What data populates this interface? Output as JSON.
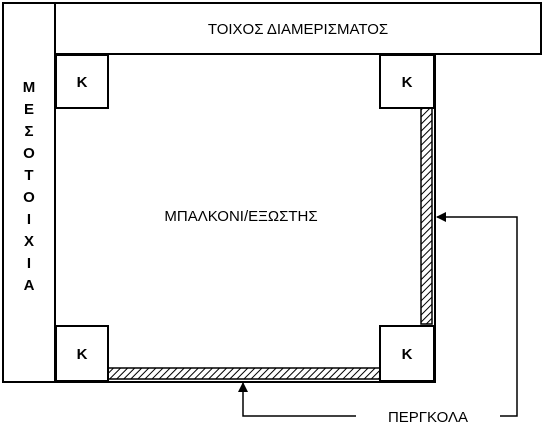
{
  "diagram": {
    "top_wall_label": "ΤΟΙΧΟΣ ΔΙΑΜΕΡΙΣΜΑΤΟΣ",
    "side_wall_label": "ΜΕΣΟΤΟΙΧΙΑ",
    "center_label": "ΜΠΑΛΚΟΝΙ/ΕΞΩΣΤΗΣ",
    "pergola_label": "ΠΕΡΓΚΟΛΑ",
    "corners": [
      {
        "label": "K"
      },
      {
        "label": "K"
      },
      {
        "label": "K"
      },
      {
        "label": "K"
      }
    ],
    "colors": {
      "line": "#000000",
      "background": "#ffffff",
      "hatch": "#000000"
    }
  }
}
